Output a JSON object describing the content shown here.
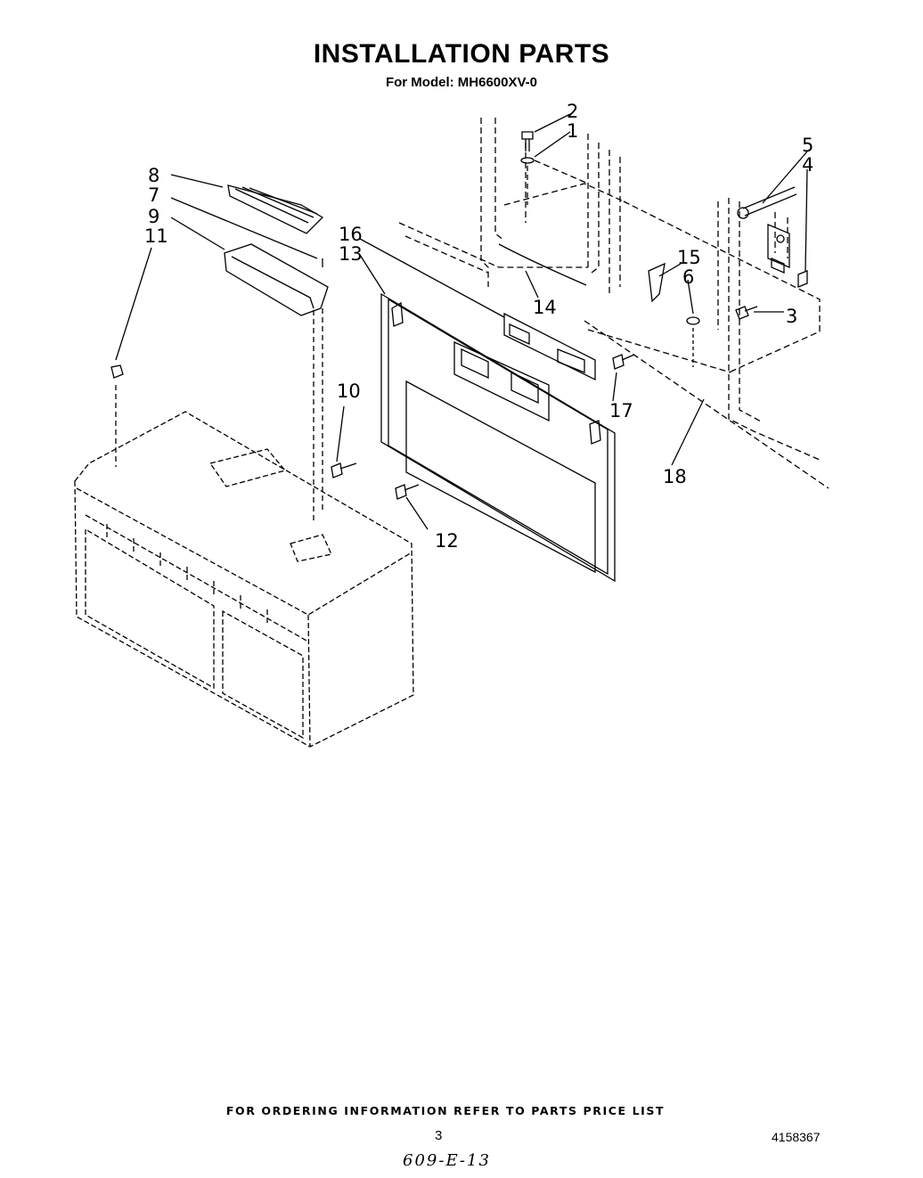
{
  "header": {
    "title": "INSTALLATION PARTS",
    "model": "For Model: MH6600XV-0"
  },
  "callouts": {
    "c1": "1",
    "c2": "2",
    "c3": "3",
    "c4": "4",
    "c5": "5",
    "c6": "6",
    "c7": "7",
    "c8": "8",
    "c9": "9",
    "c10": "10",
    "c11": "11",
    "c12": "12",
    "c13": "13",
    "c14": "14",
    "c15": "15",
    "c16": "16",
    "c17": "17",
    "c18": "18"
  },
  "footer": {
    "ordering_note": "FOR ORDERING INFORMATION REFER TO PARTS PRICE LIST",
    "page_number": "3",
    "document_number": "4158367",
    "handwritten_note": "609-E-13"
  }
}
